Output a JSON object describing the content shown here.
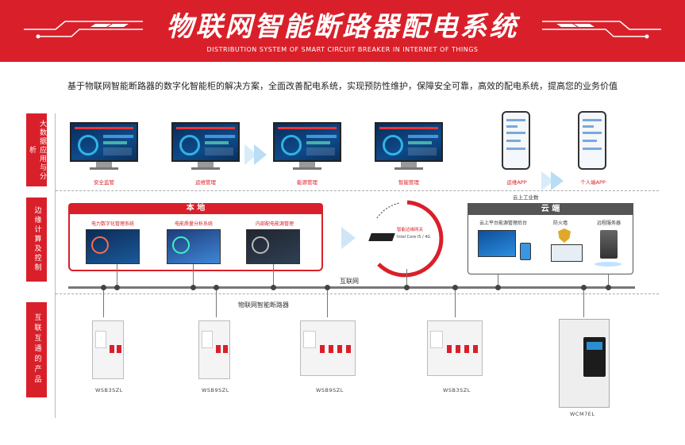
{
  "header": {
    "title": "物联网智能断路器配电系统",
    "subtitle": "DISTRIBUTION SYSTEM OF SMART CIRCUIT BREAKER IN INTERNET OF THINGS"
  },
  "description": "基于物联网智能断路器的数字化智能柜的解决方案，全面改善配电系统，实现预防性维护，保障安全可靠，高效的配电系统，提高您的业务价值",
  "layers": {
    "top": "大数据应用与分析",
    "middle": "边缘计算及控制",
    "bottom": "互联互通的产品"
  },
  "apps": [
    {
      "label": "安全监管"
    },
    {
      "label": "运维管理"
    },
    {
      "label": "能源管理"
    },
    {
      "label": "智能管理"
    },
    {
      "label": "运维APP"
    },
    {
      "label": "个人端APP"
    }
  ],
  "local": {
    "title": "本 地",
    "panels": [
      {
        "label": "电力数字化管理系统"
      },
      {
        "label": "电能质量分析系统"
      },
      {
        "label": "内部配电能源管理"
      }
    ]
  },
  "gateway": {
    "label": "智能边缘网关",
    "detail": "Intel Core i5 / 4G"
  },
  "cloud": {
    "top_label": "云上工业数",
    "title": "云 端",
    "items": [
      {
        "label": "云上平台能源管理后台"
      },
      {
        "label": "防火墙"
      },
      {
        "label": "远程服务器"
      }
    ]
  },
  "bus_label": "互联网",
  "breaker_title": "物联网智能断路器",
  "products": [
    {
      "model": "WSB3SZL"
    },
    {
      "model": "WSB9SZL"
    },
    {
      "model": "WSB9SZL"
    },
    {
      "model": "WSB3SZL"
    },
    {
      "model": "WCM7EL"
    }
  ],
  "colors": {
    "accent": "#d9202a"
  }
}
